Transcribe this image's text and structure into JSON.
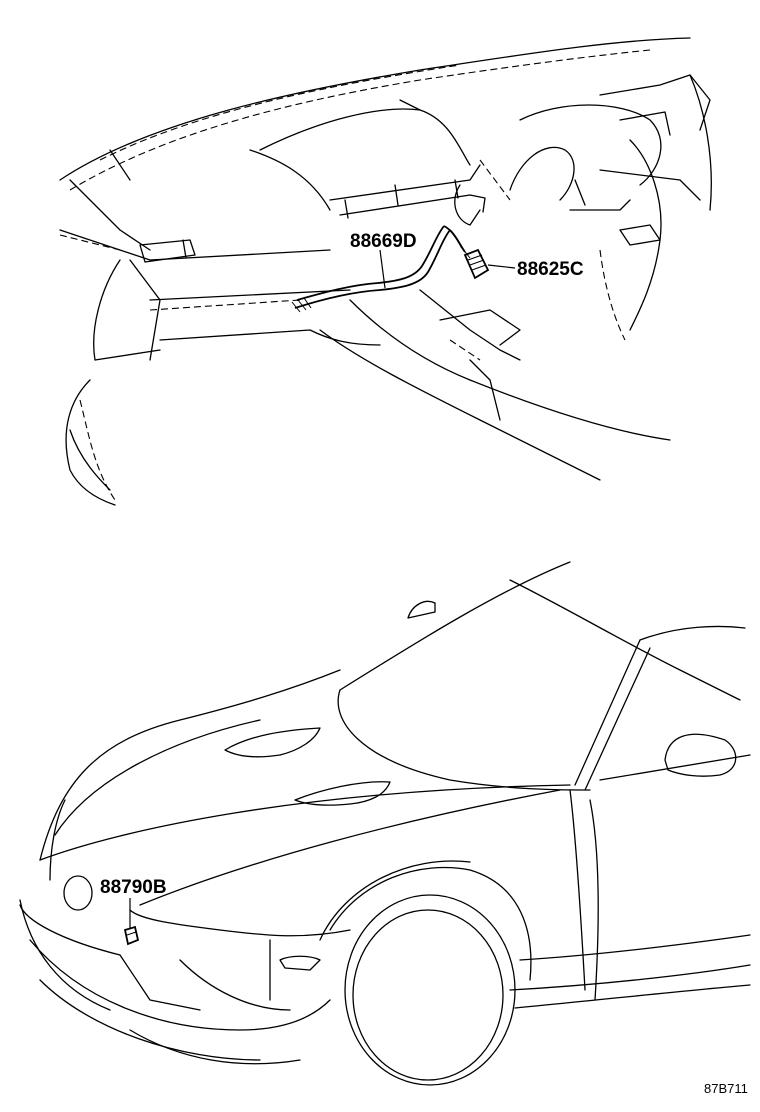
{
  "parts": [
    {
      "id": "dash-wire",
      "label": "88669D"
    },
    {
      "id": "dash-connector",
      "label": "88625C"
    },
    {
      "id": "front-sensor",
      "label": "88790B"
    }
  ],
  "figure_code": "87B711"
}
